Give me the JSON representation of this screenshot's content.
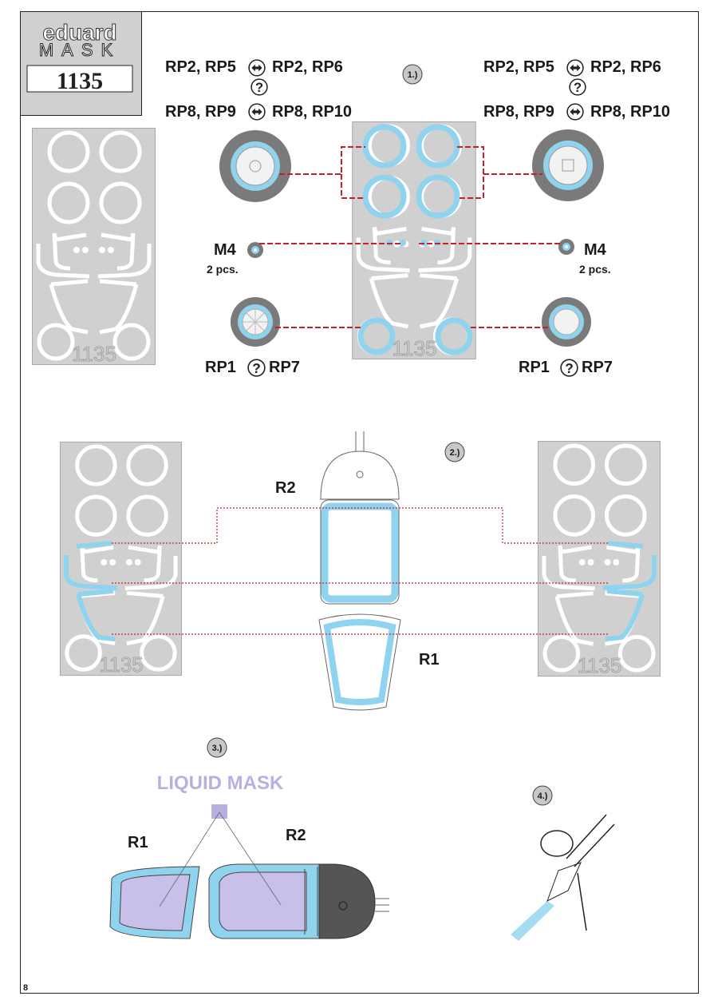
{
  "logo": {
    "brand": "eduard",
    "product": "MASK",
    "number": "1135"
  },
  "steps": {
    "s1": "1.)",
    "s2": "2.)",
    "s3": "3.)",
    "s4": "4.)"
  },
  "step1": {
    "left_line1": "RP2, RP5",
    "left_line1b": "RP2, RP6",
    "left_line2": "RP8, RP9",
    "left_line2b": "RP8, RP10",
    "right_line1": "RP2, RP5",
    "right_line1b": "RP2, RP6",
    "right_line2": "RP8, RP9",
    "right_line2b": "RP8, RP10",
    "or_symbol": "?",
    "m4_left": "M4",
    "m4_left_qty": "2 pcs.",
    "m4_right": "M4",
    "m4_right_qty": "2 pcs.",
    "rp_left_a": "RP1",
    "rp_left_b": "RP7",
    "rp_right_a": "RP1",
    "rp_right_b": "RP7"
  },
  "step2": {
    "r2": "R2",
    "r1": "R1"
  },
  "step3": {
    "liquid_mask": "LIQUID MASK",
    "r1": "R1",
    "r2": "R2"
  },
  "sheet_number": "1135",
  "page_number": "8",
  "colors": {
    "mask_blue": "#8fd3ef",
    "sheet_gray": "#d0d0d0",
    "tire_gray": "#7a7a7a",
    "leader_red": "#c4202e",
    "liquid_mask": "#b7b0e0"
  }
}
